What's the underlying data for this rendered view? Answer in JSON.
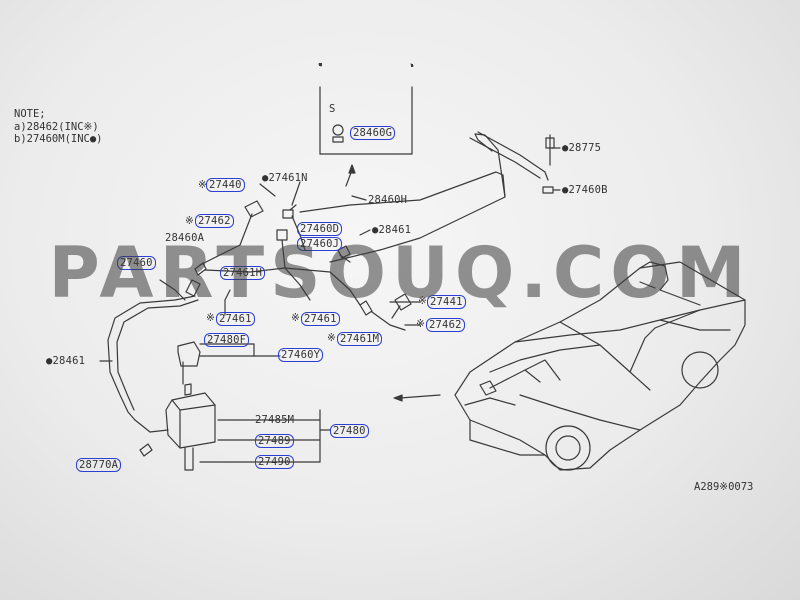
{
  "note": {
    "heading": "NOTE;",
    "line_a": "a)28462(INC※)",
    "line_b": "b)27460M(INC●)"
  },
  "inset": {
    "letter": "S"
  },
  "watermark": "PARTSOUQ.COM",
  "drawing_number": "A289※0073",
  "labels": {
    "l_27461N": "●27461N",
    "l_28460H": "28460H",
    "l_28461_top": "●28461",
    "l_28775": "●28775",
    "l_27460B": "●27460B",
    "l_28460A": "28460A",
    "l_28461_left": "●28461",
    "l_27485M": "27485M",
    "star_27440": "※",
    "star_27462a": "※",
    "star_27461": "※",
    "star_27461b": "※",
    "star_27461M": "※",
    "star_27441": "※",
    "star_27462b": "※"
  },
  "callouts": {
    "c_28460G": "28460G",
    "c_27440": "27440",
    "c_27462a": "27462",
    "c_27460D": "27460D",
    "c_27460J": "27460J",
    "c_27460": "27460",
    "c_27461H": "27461H",
    "c_27461a": "27461",
    "c_27461b": "27461",
    "c_27461M": "27461M",
    "c_27441": "27441",
    "c_27462b": "27462",
    "c_27480F": "27480F",
    "c_27460Y": "27460Y",
    "c_27480": "27480",
    "c_27489": "27489",
    "c_27490": "27490",
    "c_28770A": "28770A"
  }
}
